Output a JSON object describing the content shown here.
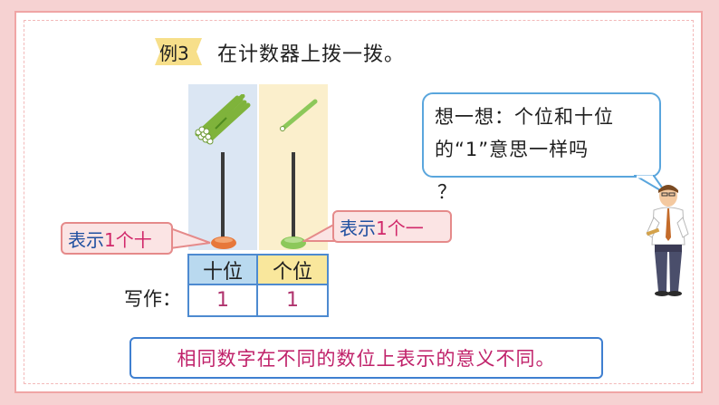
{
  "colors": {
    "page_bg": "#f6d2d2",
    "frame_border": "#f0a5a5",
    "tens_column": "#dbe6f3",
    "ones_column": "#fbefcc",
    "accent_text": "#c0226a",
    "callout_text": "#1f4fa0",
    "bead_tens": "#e7773a",
    "bead_ones": "#8cc85a",
    "bubble_border": "#5aa6dd"
  },
  "example": {
    "badge_label": "例3",
    "title": "在计数器上拨一拨。"
  },
  "counter": {
    "tens_icon": "bundle-of-ten-sticks-icon",
    "ones_icon": "single-stick-icon",
    "tens_bead_count": 1,
    "ones_bead_count": 1
  },
  "callouts": {
    "tens_prefix": "表示",
    "tens_highlight": "1个十",
    "ones_prefix": "表示",
    "ones_highlight": "1个一"
  },
  "place_value_table": {
    "headers": [
      "十位",
      "个位"
    ],
    "values": [
      "1",
      "1"
    ]
  },
  "write_label": "写作：",
  "thought_bubble": {
    "line1": "想一想：个位和十位",
    "line2": "的“1”意思一样吗",
    "line3": "？"
  },
  "teacher": {
    "icon": "teacher-figure-icon"
  },
  "conclusion": "相同数字在不同的数位上表示的意义不同。"
}
